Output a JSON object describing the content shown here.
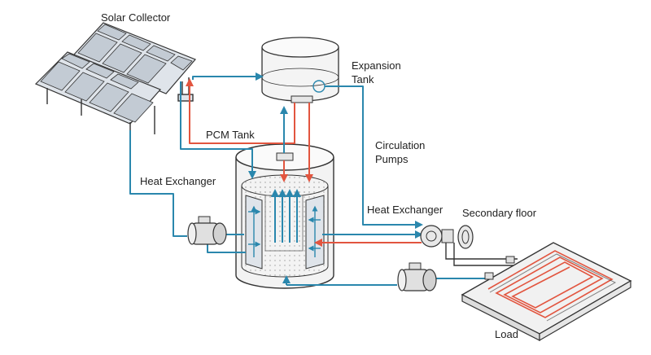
{
  "labels": {
    "solar_collector": "Solar Collector",
    "expansion_tank_line1": "Expansion",
    "expansion_tank_line2": "Tank",
    "pcm_tank": "PCM Tank",
    "circulation_pumps_line1": "Circulation",
    "circulation_pumps_line2": "Pumps",
    "heat_exchanger_left": "Heat Exchanger",
    "heat_exchanger_right": "Heat Exchanger",
    "secondary_floor": "Secondary floor",
    "load": "Load"
  },
  "colors": {
    "cold_pipe": "#2a87ad",
    "hot_pipe": "#e2553f",
    "outline": "#333333",
    "panel_fill": "#dfe4ea",
    "panel_cell": "#c3cbd4",
    "tank_fill": "#f3f3f3",
    "pump_fill": "#e0e0e0"
  },
  "icons": {
    "pump": "centrifugal-pump-icon",
    "heat_exchanger": "plate-heat-exchanger-icon",
    "floor_loop": "radiant-floor-coil-icon"
  }
}
